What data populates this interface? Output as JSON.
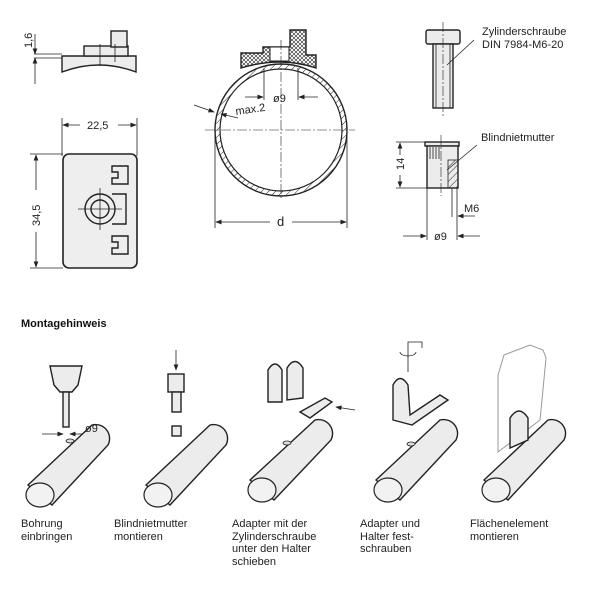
{
  "technical_drawing": {
    "side_view": {
      "dim_thickness": "1,6"
    },
    "top_view": {
      "dim_width": "22,5",
      "dim_height": "34,5"
    },
    "section_view": {
      "dim_bore": "ø9",
      "dim_wall": "max.2",
      "dim_diameter": "d"
    },
    "screw": {
      "label_line1": "Zylinderschraube",
      "label_line2": "DIN 7984-M6-20"
    },
    "rivet_nut": {
      "label": "Blindnietmutter",
      "dim_height": "14",
      "dim_thread": "M6",
      "dim_diameter": "ø9"
    }
  },
  "assembly": {
    "heading": "Montagehinweis",
    "drill_dim": "ø9",
    "steps": [
      {
        "caption": "Bohrung\neinbringen"
      },
      {
        "caption": "Blindnietmutter\nmontieren"
      },
      {
        "caption": "Adapter mit der\nZylinderschraube\nunter den Halter\nschieben"
      },
      {
        "caption": "Adapter und\nHalter fest-\nschrauben"
      },
      {
        "caption": "Flächenelement\nmontieren"
      }
    ]
  }
}
